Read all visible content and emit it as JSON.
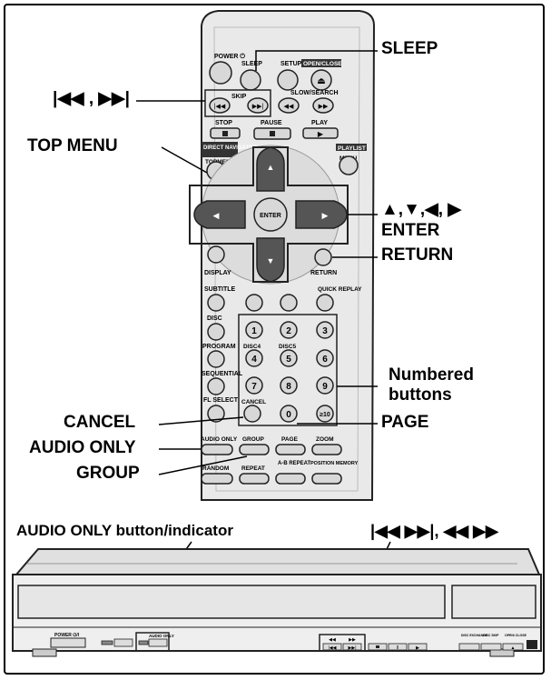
{
  "remote": {
    "buttons": {
      "power": "POWER ⏻",
      "sleep": "SLEEP",
      "setup": "SETUP",
      "open_close": "OPEN/CLOSE",
      "skip": "SKIP",
      "slow_search": "SLOW/SEARCH",
      "stop": "STOP",
      "pause": "PAUSE",
      "play": "PLAY",
      "direct_navigator": "DIRECT NAVIGATOR",
      "top_menu": "TOPMENU",
      "playlist": "PLAYLIST",
      "menu": "MENU",
      "enter": "ENTER",
      "display": "DISPLAY",
      "return": "RETURN",
      "subtitle": "SUBTITLE",
      "quick_replay": "QUICK REPLAY",
      "disc": "DISC",
      "program": "PROGRAM",
      "disc4": "DISC4",
      "disc5": "DISC5",
      "sequential": "SEQUENTIAL",
      "fl_select": "FL SELECT",
      "cancel": "CANCEL",
      "audio_only": "AUDIO ONLY",
      "group": "GROUP",
      "page": "PAGE",
      "zoom": "ZOOM",
      "random": "RANDOM",
      "repeat": "REPEAT",
      "ab_repeat": "A-B REPEAT",
      "position_memory": "POSITION MEMORY"
    },
    "numbers": [
      "1",
      "2",
      "3",
      "4",
      "5",
      "6",
      "7",
      "8",
      "9",
      "0",
      "≥10"
    ]
  },
  "callouts": {
    "sleep": "SLEEP",
    "skip": "|◀◀ , ▶▶|",
    "top_menu": "TOP MENU",
    "arrows": "▲,▼,◀, ▶",
    "enter": "ENTER",
    "return": "RETURN",
    "numbered_buttons": "Numbered buttons",
    "cancel": "CANCEL",
    "page": "PAGE",
    "audio_only": "AUDIO ONLY",
    "group": "GROUP",
    "audio_only_indicator": "AUDIO ONLY button/indicator",
    "main_unit_skip_search": "|◀◀ ▶▶|, ◀◀ ▶▶"
  },
  "player": {
    "power": "POWER ⏻/I",
    "audio_only": "AUDIO ONLY",
    "disc_exchange": "DISC EXCHANGE",
    "disc_skip": "DISC SKIP",
    "open_close": "OPEN/ CLOSE"
  }
}
